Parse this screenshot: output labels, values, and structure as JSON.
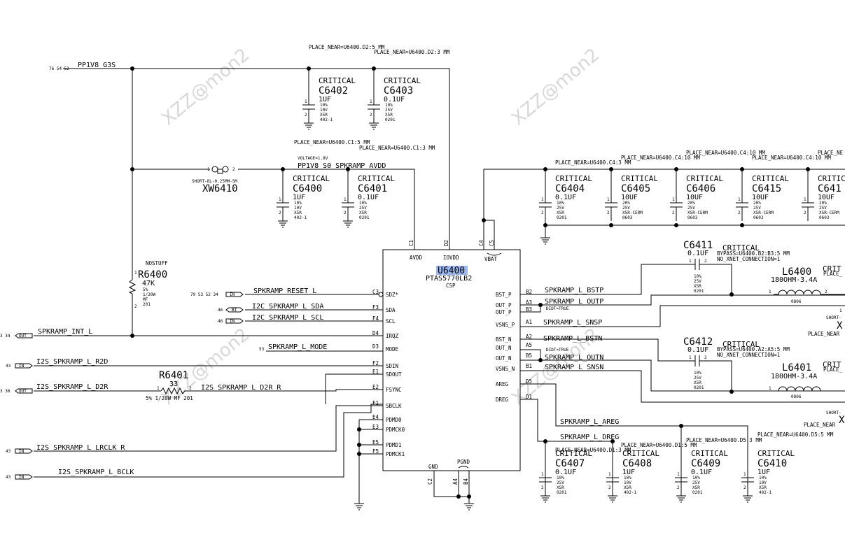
{
  "watermark": "XZZ@mon2",
  "ic": {
    "ref": "U6400",
    "part": "PTAS5770LB2",
    "pkg": "CSP",
    "pin_avdd": "AVDD",
    "pin_iovdd": "IOVDD",
    "pin_vbat": "VBAT",
    "pin_gnd": "GND",
    "pin_pgnd": "PGND",
    "left_pins": [
      "SDZ*",
      "SDA",
      "SCL",
      "IRQZ",
      "MODE",
      "SDIN",
      "SDOUT",
      "FSYNC",
      "SBCLK",
      "PDMD0",
      "PDMCK0",
      "PDMD1",
      "PDMCK1"
    ],
    "left_nums": [
      "C3",
      "F3",
      "F4",
      "D4",
      "D3",
      "F2",
      "E1",
      "E2",
      "F1",
      "E4",
      "E3",
      "E5",
      "F5"
    ],
    "right_pins": [
      "BST_P",
      "OUT_P",
      "OUT_P",
      "VSNS_P",
      "BST_N",
      "OUT_N",
      "OUT_N",
      "VSNS_N",
      "AREG",
      "DREG"
    ],
    "right_nums": [
      "B2",
      "A3",
      "B3",
      "A1",
      "A2",
      "A5",
      "B5",
      "B1",
      "D5",
      "D1"
    ],
    "top_nums": [
      "C1",
      "D2",
      "C4",
      "C5"
    ],
    "bottom_nums": [
      "C2",
      "A4",
      "B4"
    ]
  },
  "nets": {
    "pp1v8_g3s": "PP1V8_G3S",
    "pp1v8_g3s_pages": "76 54 52",
    "avdd": "PP1V8_S0_SPKRAMP_AVDD",
    "voltage": "VOLTAGE=1.8V",
    "reset": "SPKRAMP_RESET_L",
    "reset_pages": "79 53 52 34",
    "sda": "I2C_SPKRAMP_L_SDA",
    "scl": "I2C_SPKRAMP_L_SCL",
    "bi": "BI",
    "in": "IN",
    "out": "OUT",
    "p46": "46",
    "int": "SPKRAMP_INT_L",
    "int_pages": "3 34",
    "mode": "SPKRAMP_L_MODE",
    "p53": "53",
    "r2d": "I2S_SPKRAMP_L_R2D",
    "p43": "43",
    "d2r": "I2S_SPKRAMP_L_D2R",
    "d2r_pages": "3 36",
    "d2r_r": "I2S_SPKRAMP_L_D2R_R",
    "lrclk": "I2S_SPKRAMP_L_LRCLK_R",
    "bclk": "I2S_SPKRAMP_L_BCLK",
    "bstp": "SPKRAMP_L_BSTP",
    "outp": "SPKRAMP_L_OUTP",
    "snsp": "SPKRAMP_L_SNSP",
    "bstn": "SPKRAMP_L_BSTN",
    "outn": "SPKRAMP_L_OUTN",
    "snsn": "SPKRAMP_L_SNSN",
    "areg": "SPKRAMP_L_AREG",
    "dreg": "SPKRAMP_L_DREG",
    "didt": "DIDT=TRUE"
  },
  "place": {
    "d2_5": "PLACE_NEAR=U6400.D2:5 MM",
    "d2_3": "PLACE_NEAR=U6400.D2:3 MM",
    "c1_5": "PLACE_NEAR=U6400.C1:5 MM",
    "c1_3": "PLACE_NEAR=U6400.C1:3 MM",
    "c4_3": "PLACE_NEAR=U6400.C4:3 MM",
    "c4_10a": "PLACE_NEAR=U6400.C4:10 MM",
    "c4_10b": "PLACE_NEAR=U6400.C4:10 MM",
    "c4_10c": "PLACE_NEAR=U6400.C4:10 MM",
    "c4_cut": "PLACE_NE",
    "d1_3": "PLACE_NEAR=U6400.D1:3 MM",
    "d1_5": "PLACE_NEAR=U6400.D1:5 MM",
    "d5_3": "PLACE_NEAR=U6400.D5:3 MM",
    "d5_5": "PLACE_NEAR=U6400.D5:5 MM",
    "bypass_p": "BYPASS=U6400.B2:B3:5 MM",
    "bypass_n": "BYPASS=U6400.A2:A5:5 MM",
    "noxnet": "NO_XNET_CONNECTION=1",
    "place_cut1": "PLACE_",
    "place_cut2": "PLACE_NEAR",
    "place_cut3": "PLACE_",
    "place_cut4": "PLACE_NEAR"
  },
  "critical": "CRITICAL",
  "caps": [
    {
      "ref": "C6402",
      "val": "1UF",
      "p": [
        "10%",
        "10V",
        "X5R",
        "402-1"
      ]
    },
    {
      "ref": "C6403",
      "val": "0.1UF",
      "p": [
        "10%",
        "25V",
        "X5R",
        "0201"
      ]
    },
    {
      "ref": "C6400",
      "val": "1UF",
      "p": [
        "10%",
        "10V",
        "X5R",
        "402-1"
      ]
    },
    {
      "ref": "C6401",
      "val": "0.1UF",
      "p": [
        "10%",
        "25V",
        "X5R",
        "0201"
      ]
    },
    {
      "ref": "C6404",
      "val": "0.1UF",
      "p": [
        "10%",
        "25V",
        "X5R",
        "0201"
      ]
    },
    {
      "ref": "C6405",
      "val": "10UF",
      "p": [
        "20%",
        "25V",
        "X5R-CERM",
        "0603"
      ]
    },
    {
      "ref": "C6406",
      "val": "10UF",
      "p": [
        "20%",
        "25V",
        "X5R-CERM",
        "0603"
      ]
    },
    {
      "ref": "C6415",
      "val": "10UF",
      "p": [
        "20%",
        "25V",
        "X5R-CERM",
        "0603"
      ]
    },
    {
      "ref": "C641",
      "val": "10UF",
      "p": [
        "20%",
        "25V",
        "X5R-CERM",
        "0603"
      ]
    },
    {
      "ref": "C6407",
      "val": "0.1UF",
      "p": [
        "10%",
        "25V",
        "X5R",
        "0201"
      ]
    },
    {
      "ref": "C6408",
      "val": "1UF",
      "p": [
        "10%",
        "10V",
        "X5R",
        "402-1"
      ]
    },
    {
      "ref": "C6409",
      "val": "0.1UF",
      "p": [
        "10%",
        "25V",
        "X5R",
        "0201"
      ]
    },
    {
      "ref": "C6410",
      "val": "1UF",
      "p": [
        "10%",
        "10V",
        "X5R",
        "402-1"
      ]
    },
    {
      "ref": "C6411",
      "val": "0.1UF",
      "p": [
        "10%",
        "25V",
        "X5R",
        "0201"
      ]
    },
    {
      "ref": "C6412",
      "val": "0.1UF",
      "p": [
        "10%",
        "25V",
        "X5R",
        "0201"
      ]
    }
  ],
  "r6400": {
    "ref": "R6400",
    "nostuff": "NOSTUFF",
    "val": "47K",
    "p": [
      "5%",
      "1/20W",
      "MF",
      "201"
    ]
  },
  "r6401": {
    "ref": "R6401",
    "val": "33",
    "spec": "5%  1/20W  MF  201"
  },
  "xw6410": {
    "ref": "XW6410",
    "part": "SHORT-8L-0.25MM-SM"
  },
  "l6400": {
    "ref": "L6400",
    "val": "180OHM-3.4A",
    "pkg": "0806",
    "crit": "CRIT"
  },
  "l6401": {
    "ref": "L6401",
    "val": "180OHM-3.4A",
    "pkg": "0806",
    "crit": "CRIT"
  },
  "xw_right": {
    "a": "SHORT-",
    "b": "X",
    "c": "SHORT-",
    "d": "X"
  },
  "pin_one": "1",
  "pin_two": "2"
}
